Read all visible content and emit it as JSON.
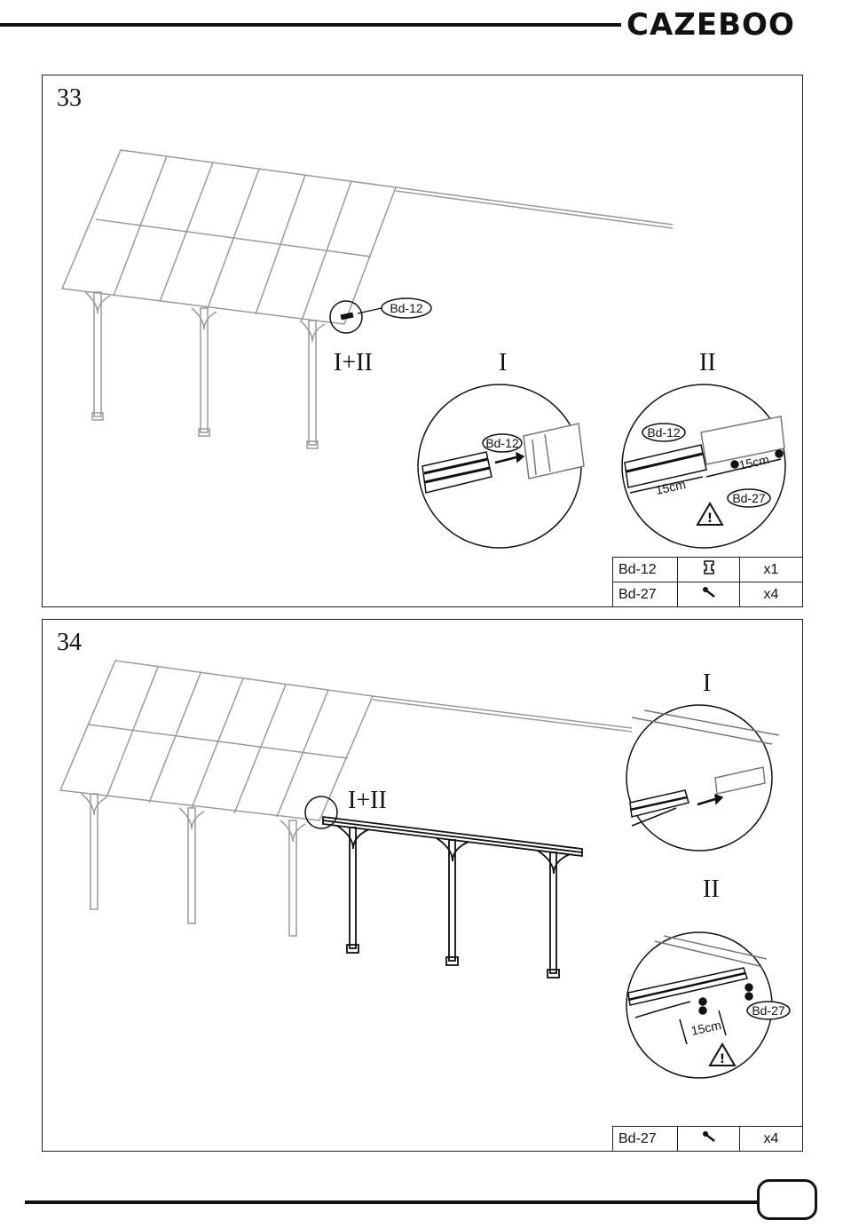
{
  "header": {
    "brand": "CAZEBOO"
  },
  "steps": [
    {
      "number": "33",
      "callout_label": "I+II",
      "detail_labels": [
        "I",
        "II"
      ],
      "part_callouts": {
        "rail": "Bd-12",
        "screw": "Bd-27"
      },
      "measurements": [
        "15cm",
        "15cm"
      ],
      "parts": [
        {
          "code": "Bd-12",
          "icon": "bracket-icon",
          "qty": "x1"
        },
        {
          "code": "Bd-27",
          "icon": "screw-icon",
          "qty": "x4"
        }
      ]
    },
    {
      "number": "34",
      "callout_label": "I+II",
      "detail_labels": [
        "I",
        "II"
      ],
      "part_callouts": {
        "screw": "Bd-27"
      },
      "measurements": [
        "15cm"
      ],
      "parts": [
        {
          "code": "Bd-27",
          "icon": "screw-icon",
          "qty": "x4"
        }
      ]
    }
  ],
  "colors": {
    "line": "#111111",
    "faint": "#9a9a9a",
    "accent": "#f0b400"
  }
}
